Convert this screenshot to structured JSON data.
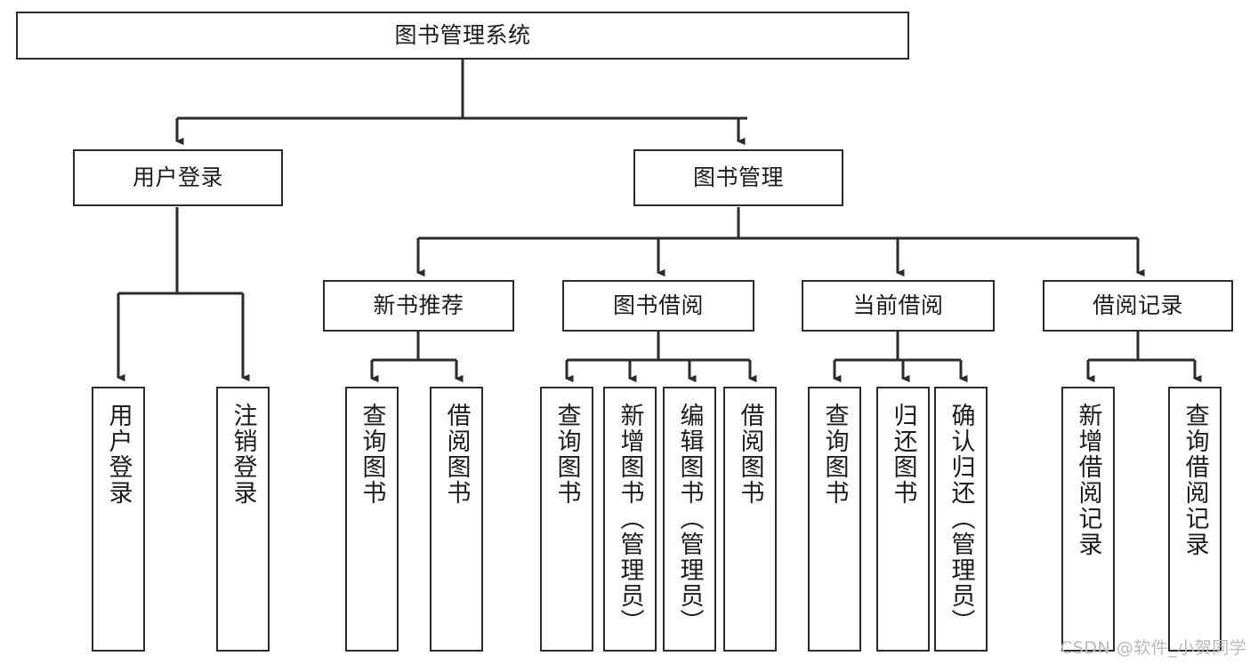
{
  "diagram": {
    "title": "图书管理系统",
    "type": "tree-hierarchy",
    "root": {
      "label": "图书管理系统"
    },
    "level2": [
      {
        "label": "用户登录"
      },
      {
        "label": "图书管理"
      }
    ],
    "level3": [
      {
        "label": "新书推荐"
      },
      {
        "label": "图书借阅"
      },
      {
        "label": "当前借阅"
      },
      {
        "label": "借阅记录"
      }
    ],
    "leaves": {
      "user_login": [
        {
          "label": "用户登录"
        },
        {
          "label": "注销登录"
        }
      ],
      "new_book_recommend": [
        {
          "label": "查询图书"
        },
        {
          "label": "借阅图书"
        }
      ],
      "book_borrow": [
        {
          "label": "查询图书"
        },
        {
          "label": "新增图书（管理员）"
        },
        {
          "label": "编辑图书（管理员）"
        },
        {
          "label": "借阅图书"
        }
      ],
      "current_borrow": [
        {
          "label": "查询图书"
        },
        {
          "label": "归还图书"
        },
        {
          "label": "确认归还（管理员）"
        }
      ],
      "borrow_record": [
        {
          "label": "新增借阅记录"
        },
        {
          "label": "查询借阅记录"
        }
      ]
    }
  },
  "watermark": {
    "text": "CSDN @软件_小贺同学"
  },
  "colors": {
    "stroke": "#2b2b2b",
    "fill": "#ffffff",
    "text": "#1c1c1c",
    "watermark": "#b9b9b9"
  }
}
